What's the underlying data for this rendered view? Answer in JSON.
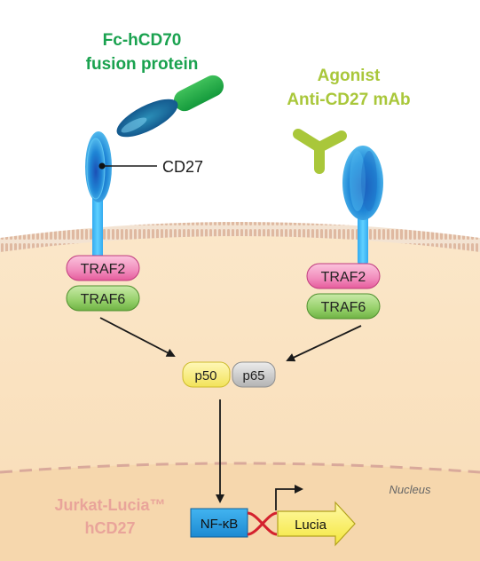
{
  "ligand": {
    "line1": "Fc-hCD70",
    "line2": "fusion protein",
    "color": "#1aa24f"
  },
  "agonist": {
    "line1": "Agonist",
    "line2": "Anti-CD27 mAb",
    "color": "#a9c73a"
  },
  "receptor": {
    "label": "CD27",
    "color": "#1e88d6"
  },
  "adaptors": {
    "traf2": "TRAF2",
    "traf6": "TRAF6",
    "traf2_color": "#e8559a",
    "traf6_color": "#7dbb4d"
  },
  "nfkb_subunits": {
    "p50": "p50",
    "p65": "p65"
  },
  "nucleus": {
    "label": "Nucleus"
  },
  "promoter": {
    "label": "NF-κB"
  },
  "reporter": {
    "label": "Lucia"
  },
  "cell_line": {
    "line1": "Jurkat-Lucia™",
    "line2": "hCD27",
    "color": "#e9a49a"
  }
}
